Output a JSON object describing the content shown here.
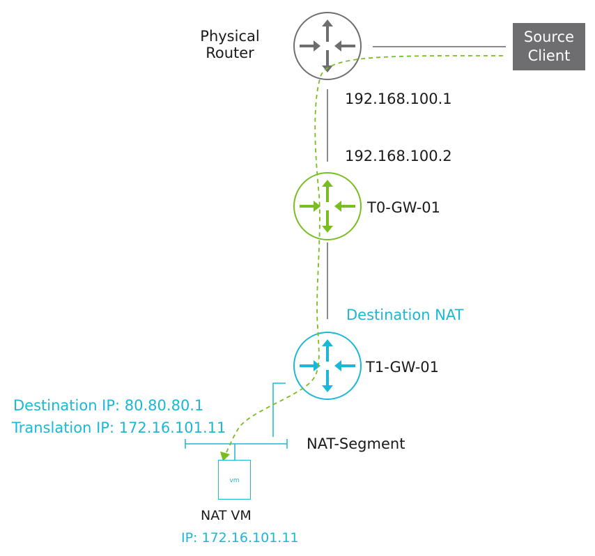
{
  "nodes": {
    "physical_router": {
      "label_line1": "Physical",
      "label_line2": "Router",
      "color": "#6e6e70"
    },
    "source_client": {
      "label_line1": "Source",
      "label_line2": "Client",
      "color": "#6e6e70"
    },
    "t0_gateway": {
      "label": "T0-GW-01",
      "color": "#78be20"
    },
    "t1_gateway": {
      "label": "T1-GW-01",
      "color": "#1ab8d6"
    },
    "nat_vm": {
      "icon_text": "vm",
      "label": "NAT VM",
      "ip": "IP: 172.16.101.11"
    }
  },
  "links": {
    "uplink_router_ip": "192.168.100.1",
    "uplink_t0_ip": "192.168.100.2"
  },
  "nat": {
    "title": "Destination NAT",
    "destination_ip": "Destination IP: 80.80.80.1",
    "translation_ip": "Translation IP: 172.16.101.11"
  },
  "segment": {
    "label": "NAT-Segment"
  },
  "colors": {
    "gray": "#6e6e70",
    "green": "#78be20",
    "cyan": "#1ab8d6",
    "text": "#1a1a1a"
  }
}
